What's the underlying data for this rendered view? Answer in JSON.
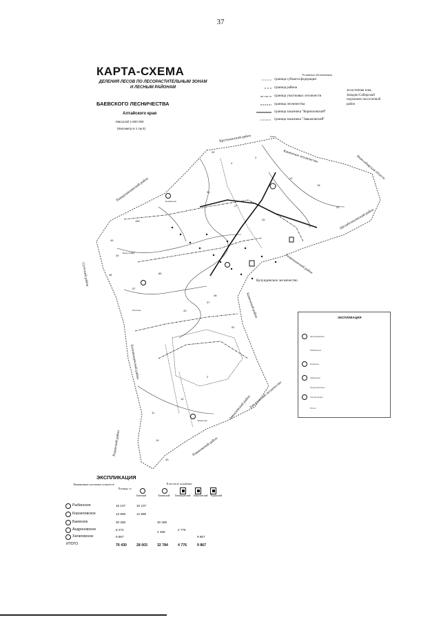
{
  "page_number": "37",
  "title": "КАРТА-СХЕМА",
  "subtitle_line1": "ДЕЛЕНИЯ ЛЕСОВ ПО ЛЕСОРАСТИТЕЛЬНЫМ ЗОНАМ",
  "subtitle_line2": "И ЛЕСНЫМ РАЙОНАМ",
  "forestry": "БАЕВСКОГО ЛЕСНИЧЕСТВА",
  "region": "Алтайского края",
  "scale": "Масштаб 1:500 000",
  "scale_note": "(Километр в 1 см 5)",
  "legend": {
    "header": "Условные обозначения",
    "items": [
      "граница субъекта федерации",
      "граница района",
      "граница участковых лесничеств",
      "граница лесничества",
      "граница заказника \"Корниловский\"",
      "граница заказника \"Завьяловский\""
    ],
    "side_note": [
      "лесостепная зона,",
      "Западно-Сибирский",
      "подтаежно-лесостепной",
      "район"
    ]
  },
  "map_labels": {
    "kruts": "Крутихинский район",
    "kamen": "Каменское лесничество",
    "novosib": "Новосибирская область",
    "pankrush": "Панкрушихинский район",
    "shelab": "Шелаболихинский район",
    "suet": "Суетский район",
    "kulunda": "Кулундинское лесничество",
    "tyumen": "Тюменцевский район",
    "kamenka": "Каменский район",
    "blagov": "Благовещенский район",
    "zav": "Завьяловский лесничество",
    "zavr": "Завьяловский район",
    "rodin": "Родинский район",
    "romanov": "Романовский район",
    "baevo": "Баево",
    "zavyalovo": "Завьялово",
    "kornilovo": "Корнилово",
    "plotava": "Плотава",
    "vert": "Верх-Пайва"
  },
  "inset": {
    "title": "ЭКСПЛИКАЦИЯ",
    "rows": [
      "Кулундинское",
      "Рыбинское",
      "Баевское",
      "Завьялово",
      "Андроновское",
      "Хатаповское",
      "Итого"
    ]
  },
  "explication": {
    "title": "ЭКСПЛИКАЦИЯ",
    "headers": {
      "name": "Наименование участковых лесничеств",
      "area": "Площадь, га",
      "incl": "В том числе по районам",
      "col1": "Баевский",
      "col2": "Каменский",
      "col3": "Тюменцевский",
      "col4": "Завьяловский",
      "col5": "Родинский"
    },
    "rows": [
      {
        "name": "Рыбинское",
        "area": "15 107",
        "c1": "15 107",
        "c2": "",
        "c3": "",
        "c4": "",
        "c5": ""
      },
      {
        "name": "Корниловское",
        "area": "12 896",
        "c1": "12 896",
        "c2": "",
        "c3": "",
        "c4": "",
        "c5": ""
      },
      {
        "name": "Баевское",
        "area": "30 288",
        "c1": "",
        "c2": "30 288",
        "c3": "",
        "c4": "",
        "c5": ""
      },
      {
        "name": "Андроновское",
        "area": "8 274",
        "c1": "",
        "c2": "2 498",
        "c3": "4 776",
        "c4": "",
        "c5": ""
      },
      {
        "name": "Хатаповское",
        "area": "9 867",
        "c1": "",
        "c2": "",
        "c3": "",
        "c4": "9 867",
        "c5": ""
      }
    ],
    "total": {
      "name": "ИТОГО",
      "area": "76 430",
      "c1": "28 003",
      "c2": "32 784",
      "c3": "4 776",
      "c4": "9 867",
      "c5": ""
    }
  }
}
